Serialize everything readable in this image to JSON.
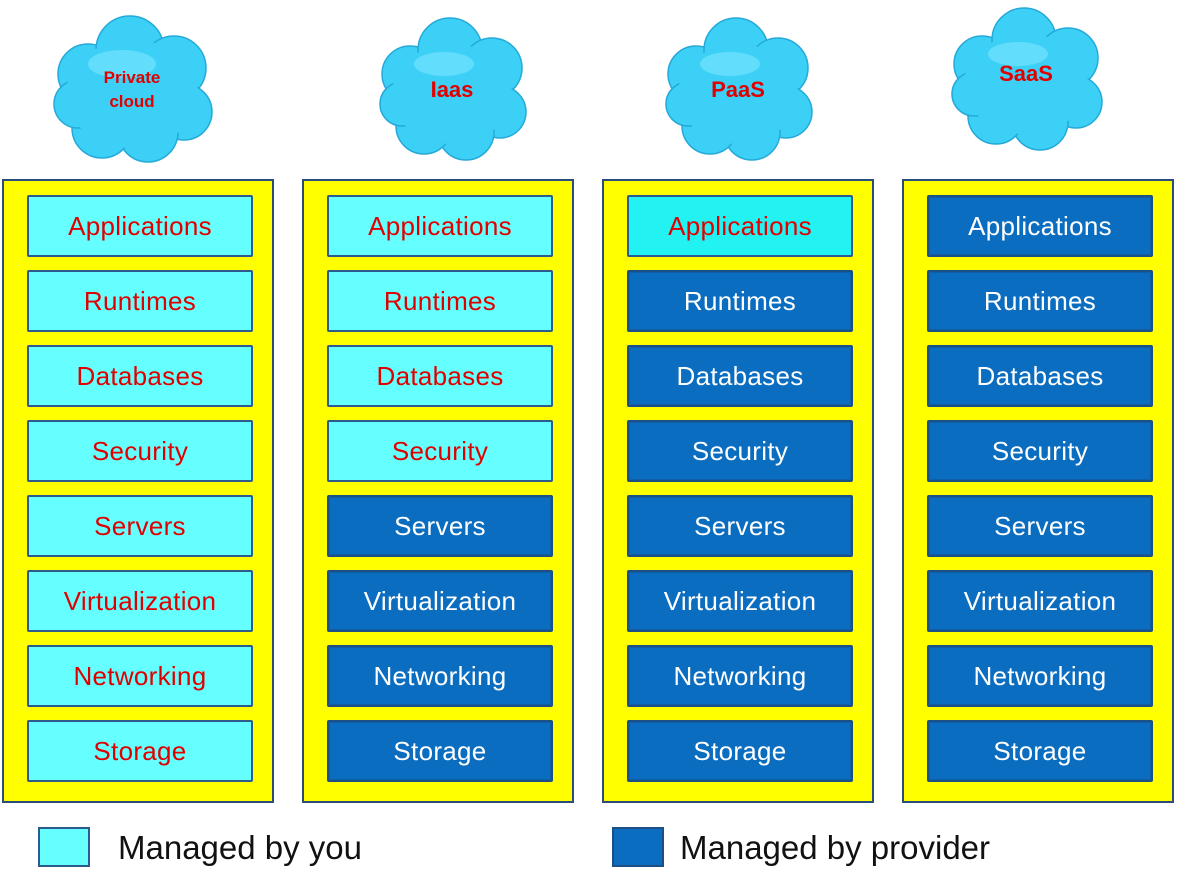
{
  "columns": [
    {
      "cloud_label": "Private cloud",
      "layers": [
        {
          "label": "Applications",
          "managed_by": "you"
        },
        {
          "label": "Runtimes",
          "managed_by": "you"
        },
        {
          "label": "Databases",
          "managed_by": "you"
        },
        {
          "label": "Security",
          "managed_by": "you"
        },
        {
          "label": "Servers",
          "managed_by": "you"
        },
        {
          "label": "Virtualization",
          "managed_by": "you"
        },
        {
          "label": "Networking",
          "managed_by": "you"
        },
        {
          "label": "Storage",
          "managed_by": "you"
        }
      ]
    },
    {
      "cloud_label": "Iaas",
      "layers": [
        {
          "label": "Applications",
          "managed_by": "you"
        },
        {
          "label": "Runtimes",
          "managed_by": "you"
        },
        {
          "label": "Databases",
          "managed_by": "you"
        },
        {
          "label": "Security",
          "managed_by": "you"
        },
        {
          "label": "Servers",
          "managed_by": "provider"
        },
        {
          "label": "Virtualization",
          "managed_by": "provider"
        },
        {
          "label": "Networking",
          "managed_by": "provider"
        },
        {
          "label": "Storage",
          "managed_by": "provider"
        }
      ]
    },
    {
      "cloud_label": "PaaS",
      "layers": [
        {
          "label": "Applications",
          "managed_by": "you"
        },
        {
          "label": "Runtimes",
          "managed_by": "provider"
        },
        {
          "label": "Databases",
          "managed_by": "provider"
        },
        {
          "label": "Security",
          "managed_by": "provider"
        },
        {
          "label": "Servers",
          "managed_by": "provider"
        },
        {
          "label": "Virtualization",
          "managed_by": "provider"
        },
        {
          "label": "Networking",
          "managed_by": "provider"
        },
        {
          "label": "Storage",
          "managed_by": "provider"
        }
      ]
    },
    {
      "cloud_label": "SaaS",
      "layers": [
        {
          "label": "Applications",
          "managed_by": "provider"
        },
        {
          "label": "Runtimes",
          "managed_by": "provider"
        },
        {
          "label": "Databases",
          "managed_by": "provider"
        },
        {
          "label": "Security",
          "managed_by": "provider"
        },
        {
          "label": "Servers",
          "managed_by": "provider"
        },
        {
          "label": "Virtualization",
          "managed_by": "provider"
        },
        {
          "label": "Networking",
          "managed_by": "provider"
        },
        {
          "label": "Storage",
          "managed_by": "provider"
        }
      ]
    }
  ],
  "legend": {
    "you_label": "Managed by you",
    "provider_label": "Managed by provider"
  },
  "colors": {
    "managed_by_you": "#66ffff",
    "managed_by_provider": "#0a6dc0",
    "column_background": "#ffff00",
    "you_text": "#e00000",
    "provider_text": "#ffffff",
    "cloud_fill": "#3dd0f7"
  }
}
